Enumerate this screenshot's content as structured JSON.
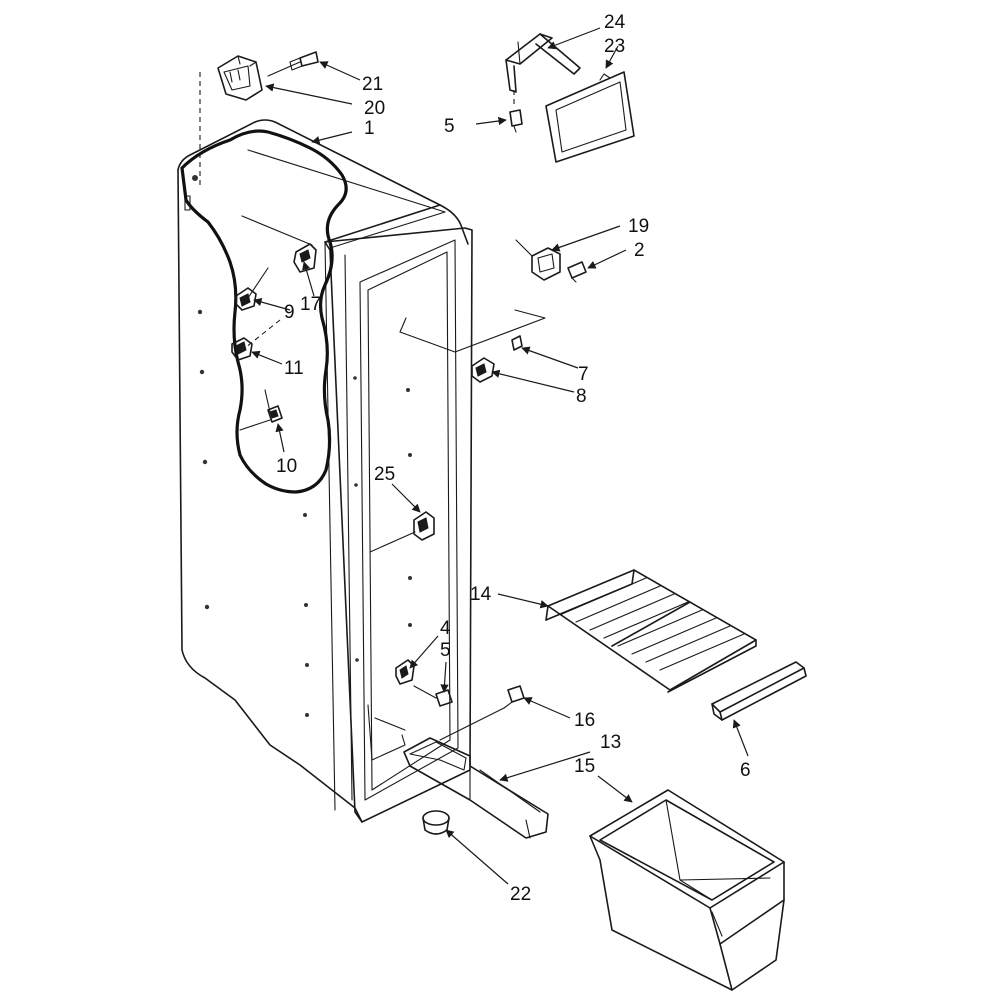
{
  "callouts": [
    {
      "id": "c1",
      "label": "1"
    },
    {
      "id": "c2",
      "label": "2"
    },
    {
      "id": "c4",
      "label": "4"
    },
    {
      "id": "c5a",
      "label": "5"
    },
    {
      "id": "c5b",
      "label": "5"
    },
    {
      "id": "c6",
      "label": "6"
    },
    {
      "id": "c7",
      "label": "7"
    },
    {
      "id": "c8",
      "label": "8"
    },
    {
      "id": "c9",
      "label": "9"
    },
    {
      "id": "c10",
      "label": "10"
    },
    {
      "id": "c11",
      "label": "11"
    },
    {
      "id": "c13",
      "label": "13"
    },
    {
      "id": "c14",
      "label": "14"
    },
    {
      "id": "c15",
      "label": "15"
    },
    {
      "id": "c16",
      "label": "16"
    },
    {
      "id": "c17",
      "label": "17"
    },
    {
      "id": "c19",
      "label": "19"
    },
    {
      "id": "c20",
      "label": "20"
    },
    {
      "id": "c21",
      "label": "21"
    },
    {
      "id": "c22",
      "label": "22"
    },
    {
      "id": "c23",
      "label": "23"
    },
    {
      "id": "c24",
      "label": "24"
    },
    {
      "id": "c25",
      "label": "25"
    }
  ]
}
